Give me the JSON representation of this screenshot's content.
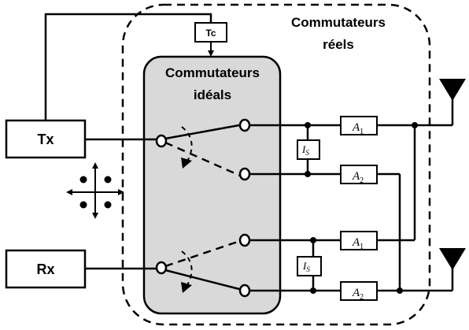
{
  "labels": {
    "tx": "Tx",
    "rx": "Rx",
    "tc": "Tc",
    "real_line1": "Commutateurs",
    "real_line2": "réels",
    "ideal_line1": "Commutateurs",
    "ideal_line2": "idéals",
    "a1_top": "A",
    "a1_top_sub": "1",
    "a2_top": "A",
    "a2_top_sub": "2",
    "a1_bottom": "A",
    "a1_bottom_sub": "1",
    "a2_bottom": "A",
    "a2_bottom_sub": "2",
    "is_top": "I",
    "is_top_sub": "S",
    "is_bottom": "I",
    "is_bottom_sub": "S"
  },
  "colors": {
    "stroke": "#000000",
    "ideal_fill": "#d9d9d9",
    "background": "#ffffff"
  }
}
